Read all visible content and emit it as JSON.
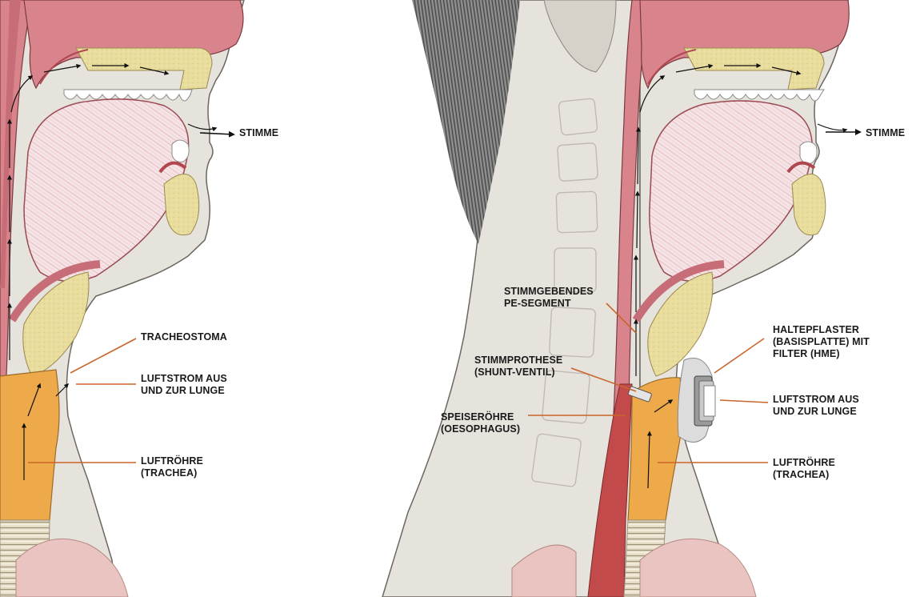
{
  "left_panel": {
    "voice": "STIMME",
    "tracheostoma": "TRACHEOSTOMA",
    "airflow": [
      "LUFTSTROM AUS",
      "UND ZUR LUNGE"
    ],
    "trachea": [
      "LUFTRÖHRE",
      "(TRACHEA)"
    ]
  },
  "right_panel": {
    "voice": "STIMME",
    "pe_segment": [
      "STIMMGEBENDES",
      "PE-SEGMENT"
    ],
    "prosthesis": [
      "STIMMPROTHESE",
      "(SHUNT-VENTIL)"
    ],
    "esophagus": [
      "SPEISERÖHRE",
      "(OESOPHAGUS)"
    ],
    "hme": [
      "HALTEPFLASTER",
      "(BASISPLATTE) MIT",
      "FILTER (HME)"
    ],
    "airflow": [
      "LUFTSTROM AUS",
      "UND ZUR LUNGE"
    ],
    "trachea": [
      "LUFTRÖHRE",
      "(TRACHEA)"
    ]
  },
  "colors": {
    "background": "#ffffff",
    "skin": "#e6e2dc",
    "skin_outline": "#6b6660",
    "tissue": "#d9848c",
    "tongue": "#f2dfe1",
    "fat": "#e8db9a",
    "trachea": "#eea94a",
    "leader_line": "#c8652a",
    "hair": "#6d6d6d"
  }
}
